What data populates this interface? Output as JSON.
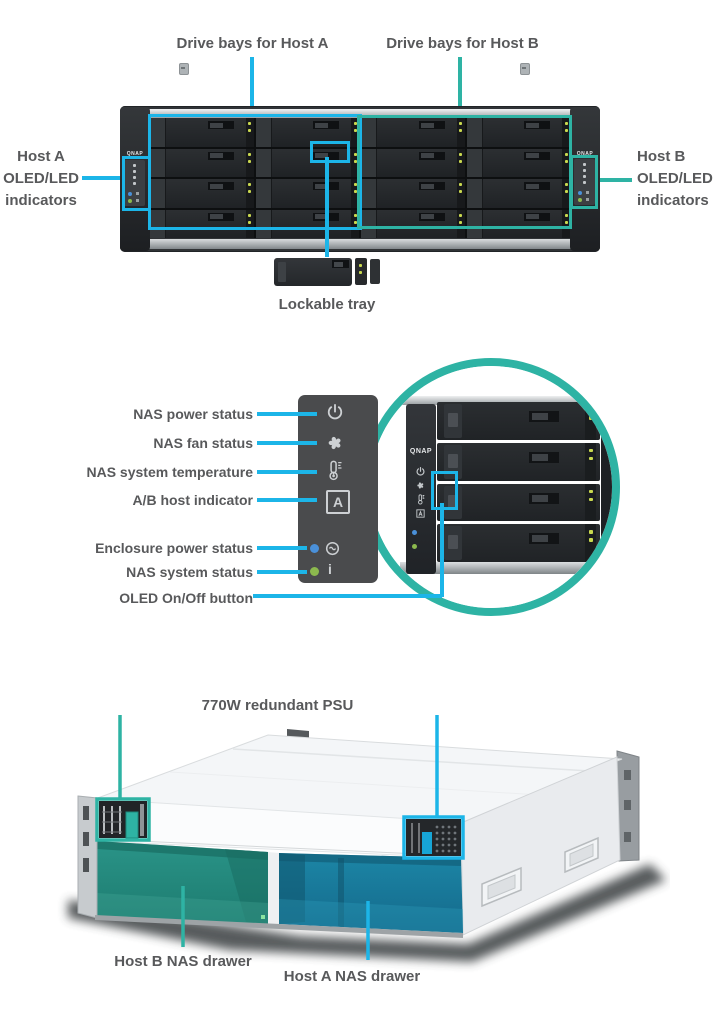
{
  "colors": {
    "accent_cyan": "#1cb5e8",
    "accent_teal": "#2eb3a4",
    "label_text": "#58595b",
    "led_blue": "#4a90d9",
    "led_green": "#8cb94e",
    "drawer_host_b": "#2a9488",
    "drawer_host_a": "#1c86a6"
  },
  "brand": "QNAP",
  "front_view": {
    "label_drive_bays_a": "Drive bays for Host A",
    "label_drive_bays_b": "Drive bays for Host B",
    "label_host_a": [
      "Host A",
      "OLED/LED",
      "indicators"
    ],
    "label_host_b": [
      "Host B",
      "OLED/LED",
      "indicators"
    ],
    "label_lockable_tray": "Lockable tray",
    "bays": {
      "rows": 4,
      "cols": 4,
      "mag_rows": 4
    }
  },
  "indicator_panel": {
    "labels": [
      "NAS power status",
      "NAS fan status",
      "NAS system temperature",
      "A/B host indicator",
      "Enclosure power status",
      "NAS system status",
      "OLED On/Off button"
    ],
    "icons": [
      "power-icon",
      "fan-icon",
      "temperature-icon",
      "host-indicator-icon",
      "ac-power-icon",
      "info-icon"
    ],
    "host_letter": "A",
    "info_glyph": "i"
  },
  "rear_view": {
    "label_psu": "770W redundant PSU",
    "label_drawer_b": "Host B NAS drawer",
    "label_drawer_a": "Host A NAS drawer"
  }
}
